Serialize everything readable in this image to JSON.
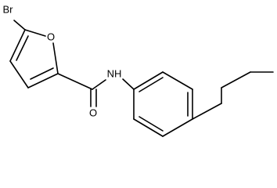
{
  "atoms": {
    "bromine": "Br",
    "ring_oxygen": "O",
    "amide_nitrogen_hydrogen": "NH",
    "carbonyl_oxygen": "O"
  }
}
